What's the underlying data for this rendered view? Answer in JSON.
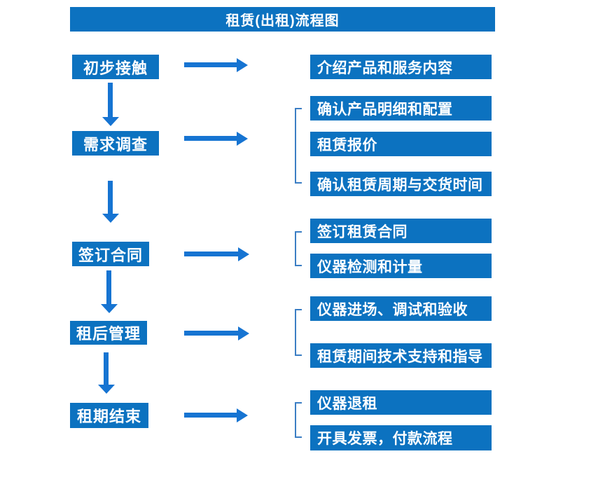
{
  "title": "租赁(出租)流程图",
  "colors": {
    "box_blue": "#0C72C0",
    "arrow_blue": "#1674D2",
    "bracket_blue": "#3B7EC4",
    "text_white": "#FFFFFF"
  },
  "steps": [
    {
      "label": "初步接触",
      "details": [
        "介绍产品和服务内容"
      ]
    },
    {
      "label": "需求调查",
      "details": [
        "确认产品明细和配置",
        "租赁报价",
        "确认租赁周期与交货时间"
      ]
    },
    {
      "label": "签订合同",
      "details": [
        "签订租赁合同",
        "仪器检测和计量"
      ]
    },
    {
      "label": "租后管理",
      "details": [
        "仪器进场、调试和验收",
        "租赁期间技术支持和指导"
      ]
    },
    {
      "label": "租期结束",
      "details": [
        "仪器退租",
        "开具发票，付款流程"
      ]
    }
  ]
}
